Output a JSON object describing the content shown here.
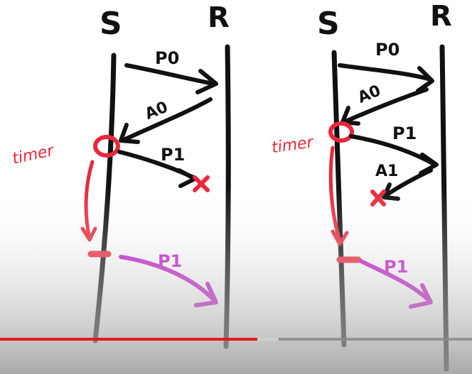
{
  "colors": {
    "ink": "#111111",
    "timer_red": "#e8283a",
    "retransmit_magenta": "#c01ac8",
    "progress_played": "#e21b1b",
    "progress_buffered": "#cfcfcf",
    "progress_track": "#8a8a8a"
  },
  "video": {
    "progress_played_fraction": 0.545,
    "progress_buffered_fraction": 0.59
  },
  "diagrams": [
    {
      "sender_label": "S",
      "receiver_label": "R",
      "timer_label": "timer",
      "messages": [
        {
          "label": "P0",
          "kind": "packet",
          "outcome": "delivered"
        },
        {
          "label": "A0",
          "kind": "ack",
          "outcome": "delivered"
        },
        {
          "label": "P1",
          "kind": "packet",
          "outcome": "lost"
        },
        {
          "label": "P1",
          "kind": "retransmission",
          "outcome": "delivered"
        }
      ]
    },
    {
      "sender_label": "S",
      "receiver_label": "R",
      "timer_label": "timer",
      "messages": [
        {
          "label": "P0",
          "kind": "packet",
          "outcome": "delivered"
        },
        {
          "label": "A0",
          "kind": "ack",
          "outcome": "delivered"
        },
        {
          "label": "P1",
          "kind": "packet",
          "outcome": "delivered"
        },
        {
          "label": "A1",
          "kind": "ack",
          "outcome": "lost"
        },
        {
          "label": "P1",
          "kind": "retransmission",
          "outcome": "delivered"
        }
      ]
    }
  ]
}
